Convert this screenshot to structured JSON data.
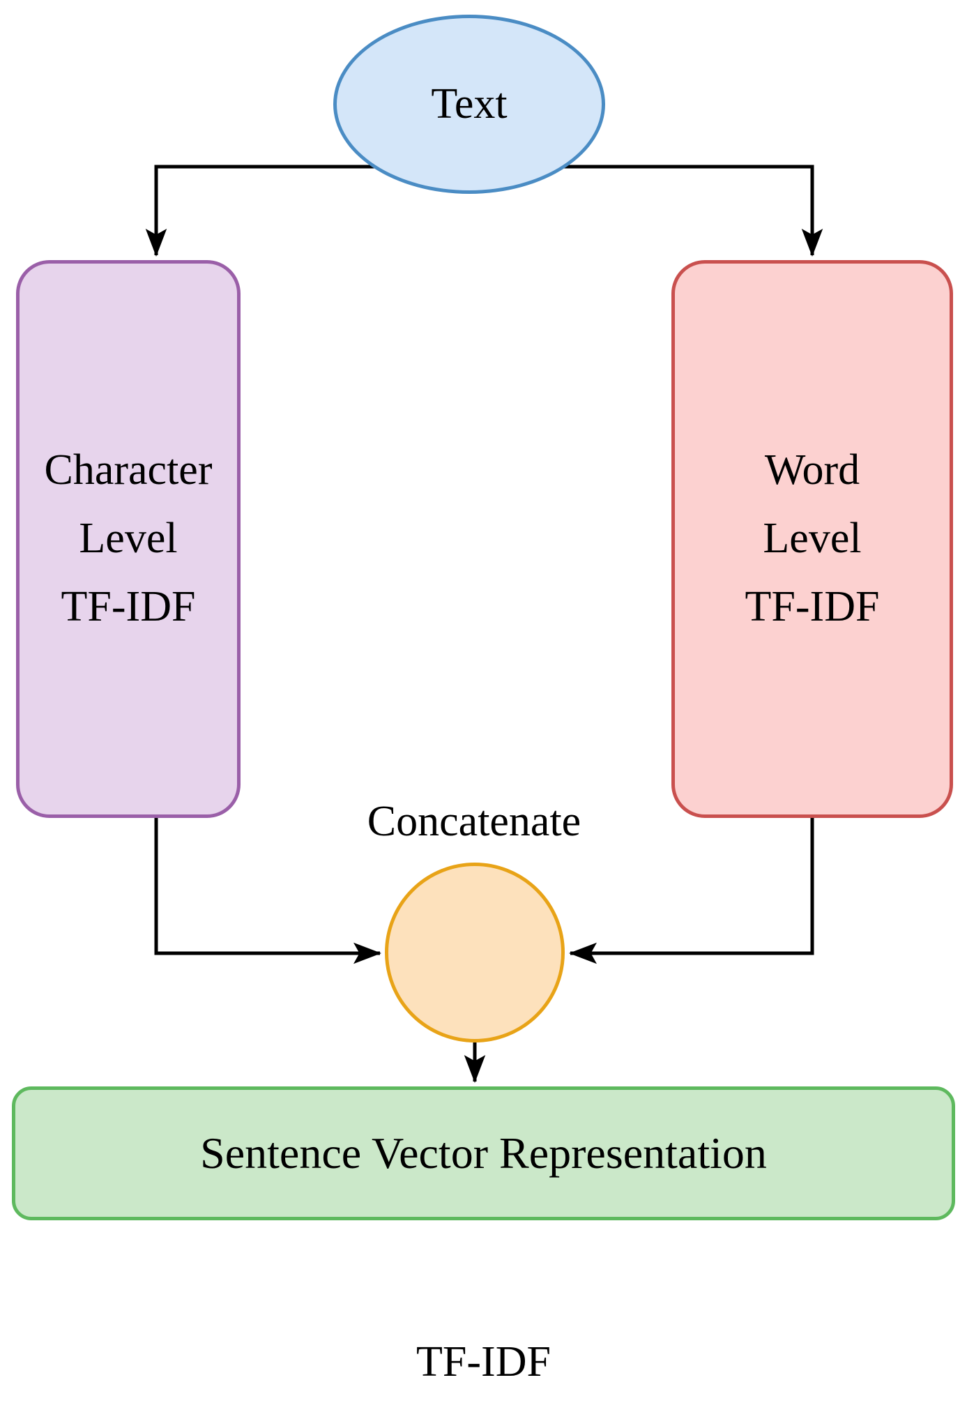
{
  "diagram": {
    "caption": "TF-IDF",
    "nodes": {
      "text": {
        "label": "Text",
        "shape": "ellipse",
        "fill": "#d4e6f9",
        "stroke": "#4a8cc4"
      },
      "char_tfidf": {
        "lines": [
          "Character",
          "Level",
          "TF-IDF"
        ],
        "shape": "rounded-rect",
        "fill": "#e7d4ec",
        "stroke": "#9a5fa8"
      },
      "word_tfidf": {
        "lines": [
          "Word",
          "Level",
          "TF-IDF"
        ],
        "shape": "rounded-rect",
        "fill": "#fcd1d0",
        "stroke": "#c9504e"
      },
      "concat": {
        "label": "Concatenate",
        "shape": "circle",
        "fill": "#fde1bc",
        "stroke": "#e8a317"
      },
      "output": {
        "label": "Sentence Vector Representation",
        "shape": "rounded-rect",
        "fill": "#cbe8c9",
        "stroke": "#5eb95e"
      }
    },
    "edges": [
      {
        "from": "text",
        "to": "char_tfidf"
      },
      {
        "from": "text",
        "to": "word_tfidf"
      },
      {
        "from": "char_tfidf",
        "to": "concat"
      },
      {
        "from": "word_tfidf",
        "to": "concat"
      },
      {
        "from": "concat",
        "to": "output"
      }
    ],
    "edge_color": "#000000"
  }
}
